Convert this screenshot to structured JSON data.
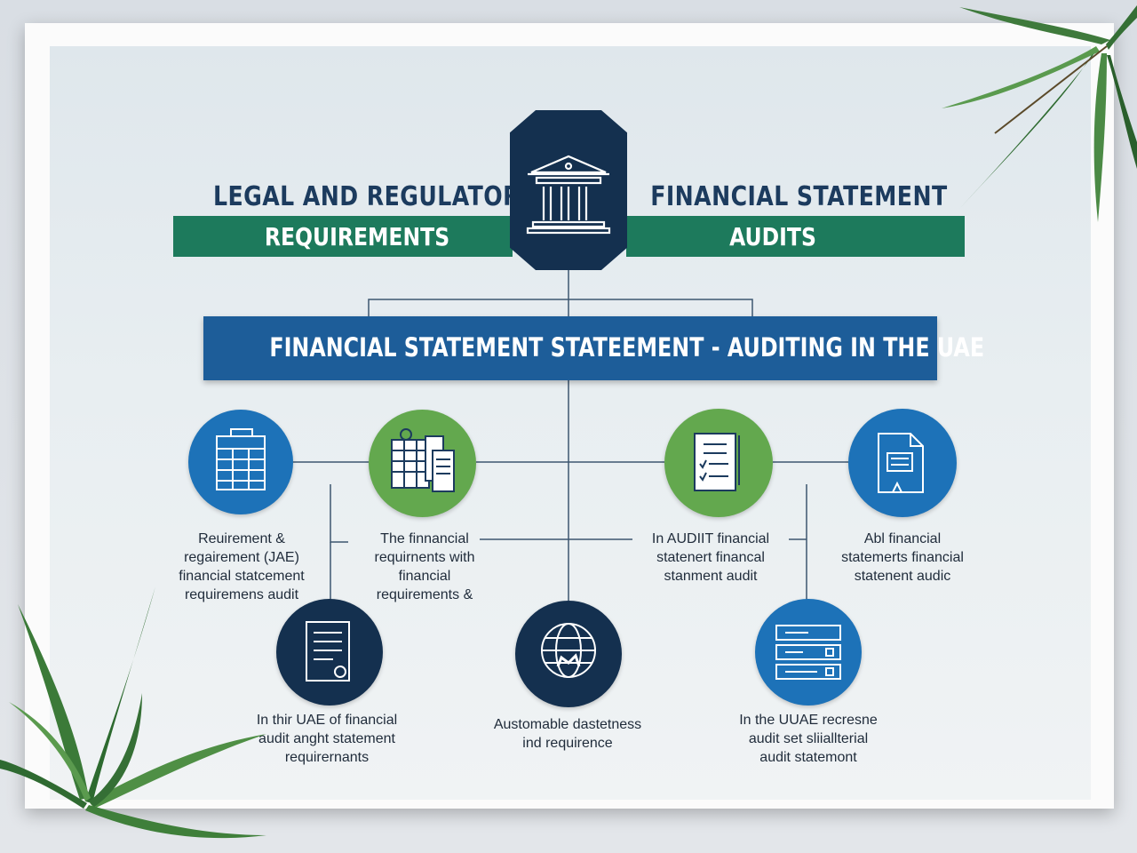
{
  "header": {
    "left_title_line1": "LEGAL AND REGULATORY",
    "left_title_line2": "REQUIREMENTS",
    "right_title_line1": "FINANCIAL STATEMENT",
    "right_title_line2": "AUDITS"
  },
  "banner": {
    "title": "FINANCIAL STATEMENT STATEEMENT - AUDITING IN THE UAE"
  },
  "nodes": [
    {
      "label": [
        "Reuirement &",
        "regairement (JAE)",
        "financial statcement",
        "requiremens audit"
      ],
      "icon": "table-icon",
      "color": "#1d72b8"
    },
    {
      "label": [
        "The finnancial",
        "requirnents with",
        "financial",
        "requirements &"
      ],
      "icon": "spreadsheet-icon",
      "color": "#63a84e"
    },
    {
      "label": [
        "In AUDIIT financial",
        "statenert financal",
        "stanment audit"
      ],
      "icon": "checklist-icon",
      "color": "#63a84e"
    },
    {
      "label": [
        "Abl financial",
        "statemerts financial",
        "statenent audic"
      ],
      "icon": "document-icon",
      "color": "#1d72b8"
    },
    {
      "label": [
        "In thir UAE of financial",
        "audit anght statement",
        "requirernants"
      ],
      "icon": "report-icon",
      "color": "#14304f"
    },
    {
      "label": [
        "Austomable dastetness",
        "ind requirence"
      ],
      "icon": "globe-icon",
      "color": "#14304f"
    },
    {
      "label": [
        "In the UUAE recresne",
        "audit set sliiallterial",
        "audit statemont"
      ],
      "icon": "server-icon",
      "color": "#1d72b8"
    }
  ],
  "colors": {
    "navy": "#14304f",
    "green_band": "#1d7a5c",
    "blue_banner": "#1d5d99",
    "blue_circle": "#1d72b8",
    "green_circle": "#63a84e"
  }
}
